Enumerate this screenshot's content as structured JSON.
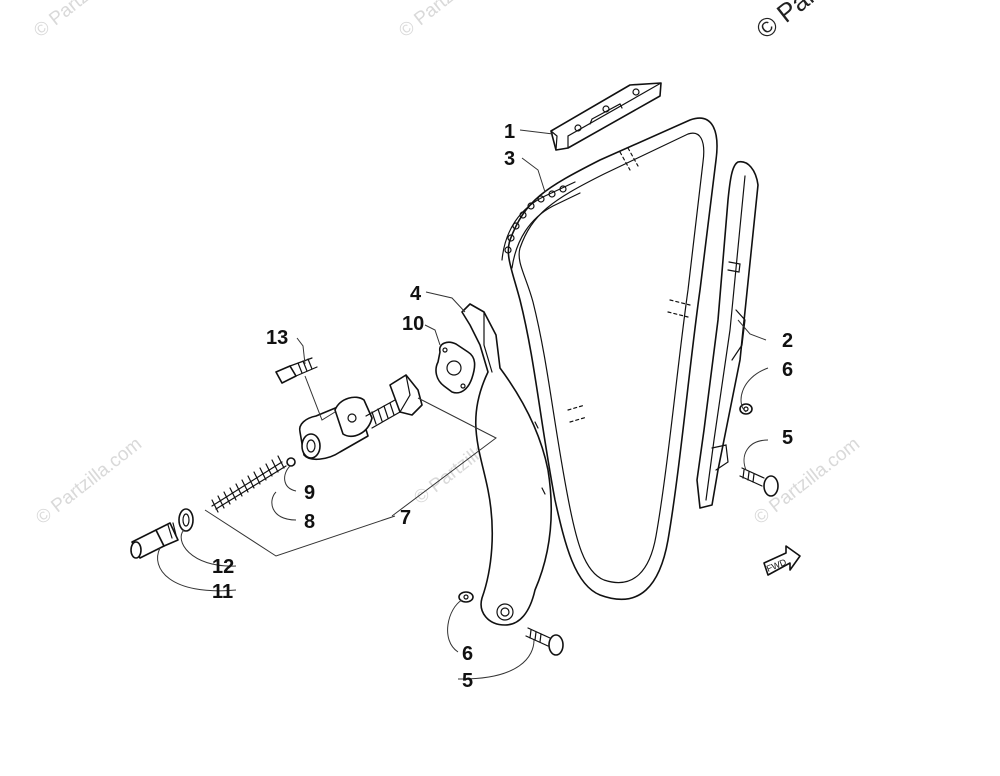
{
  "watermark": {
    "text": "© Partzilla.com",
    "corner_text": "© Par"
  },
  "fwd_label": "FWD",
  "callouts": [
    {
      "id": "c1",
      "label": "1"
    },
    {
      "id": "c3",
      "label": "3"
    },
    {
      "id": "c4",
      "label": "4"
    },
    {
      "id": "c10",
      "label": "10"
    },
    {
      "id": "c13",
      "label": "13"
    },
    {
      "id": "c2",
      "label": "2"
    },
    {
      "id": "c6a",
      "label": "6"
    },
    {
      "id": "c5a",
      "label": "5"
    },
    {
      "id": "c9",
      "label": "9"
    },
    {
      "id": "c8",
      "label": "8"
    },
    {
      "id": "c7",
      "label": "7"
    },
    {
      "id": "c12",
      "label": "12"
    },
    {
      "id": "c11",
      "label": "11"
    },
    {
      "id": "c6b",
      "label": "6"
    },
    {
      "id": "c5b",
      "label": "5"
    }
  ]
}
